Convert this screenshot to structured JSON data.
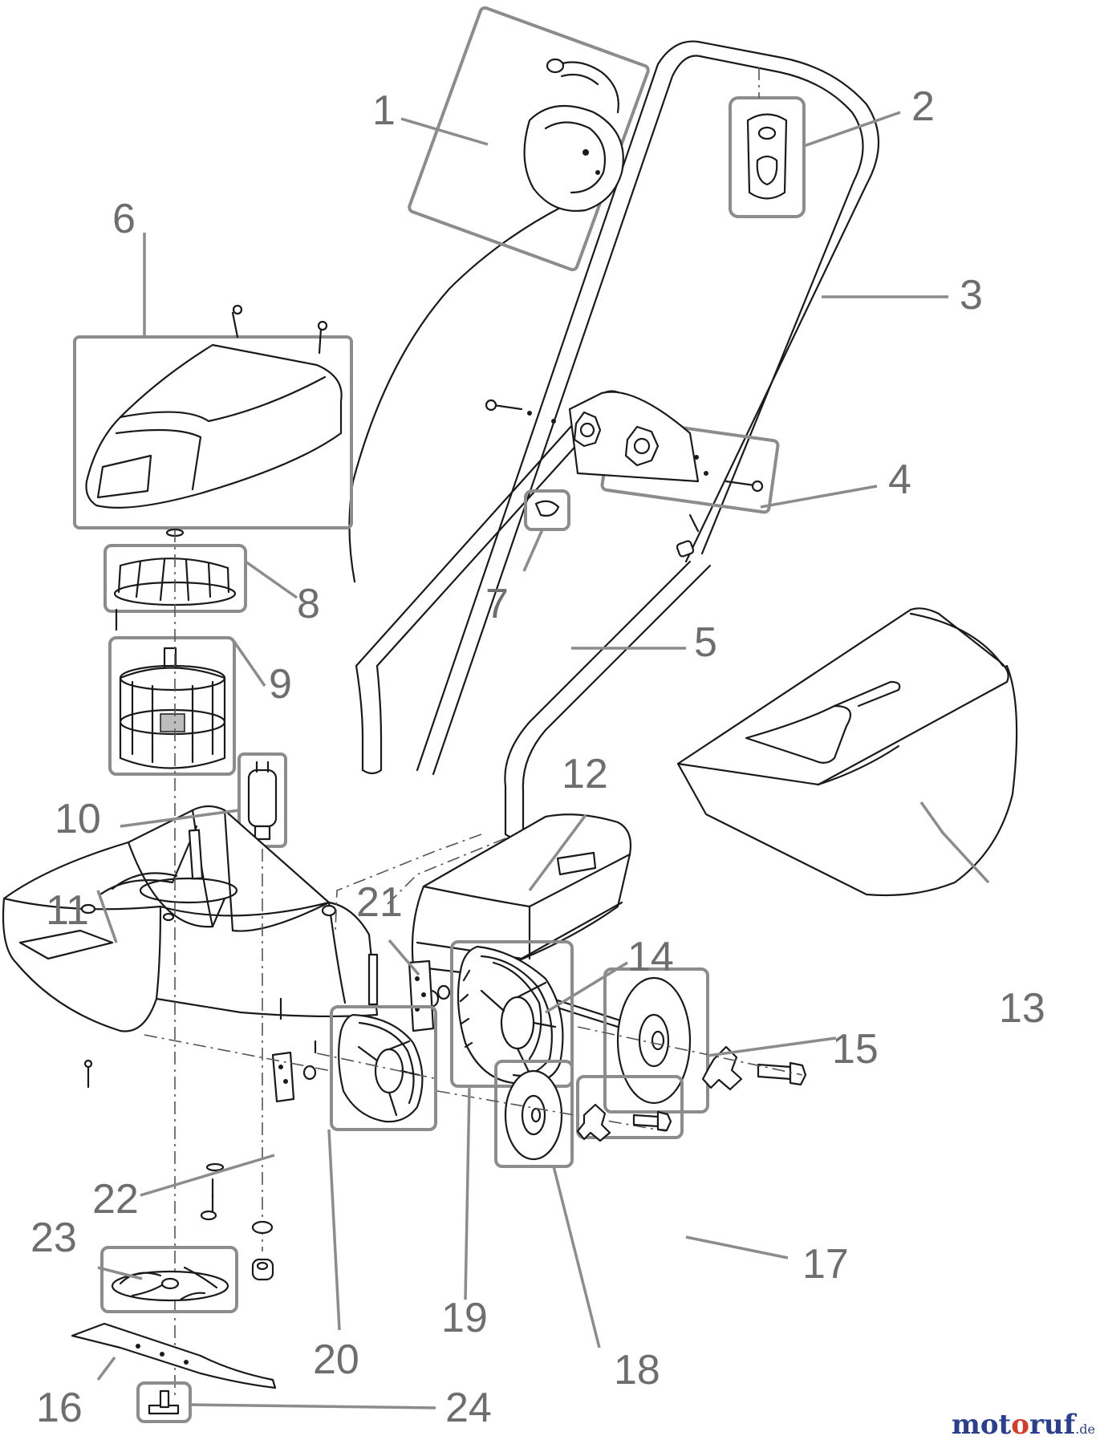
{
  "labels": [
    {
      "n": "1"
    },
    {
      "n": "2"
    },
    {
      "n": "3"
    },
    {
      "n": "4"
    },
    {
      "n": "5"
    },
    {
      "n": "6"
    },
    {
      "n": "7"
    },
    {
      "n": "8"
    },
    {
      "n": "9"
    },
    {
      "n": "10"
    },
    {
      "n": "11"
    },
    {
      "n": "12"
    },
    {
      "n": "13"
    },
    {
      "n": "14"
    },
    {
      "n": "15"
    },
    {
      "n": "16"
    },
    {
      "n": "17"
    },
    {
      "n": "18"
    },
    {
      "n": "19"
    },
    {
      "n": "20"
    },
    {
      "n": "21"
    },
    {
      "n": "22"
    },
    {
      "n": "23"
    },
    {
      "n": "24"
    }
  ],
  "watermark": {
    "part1": "mot",
    "part2": "o",
    "part3": "ruf",
    "suffix": ".de"
  },
  "colors": {
    "box": "#8c8c8c",
    "label": "#6e6e6e",
    "line": "#1a1a1a",
    "brand_blue": "#2b3f8f",
    "brand_red": "#d43b2b"
  }
}
